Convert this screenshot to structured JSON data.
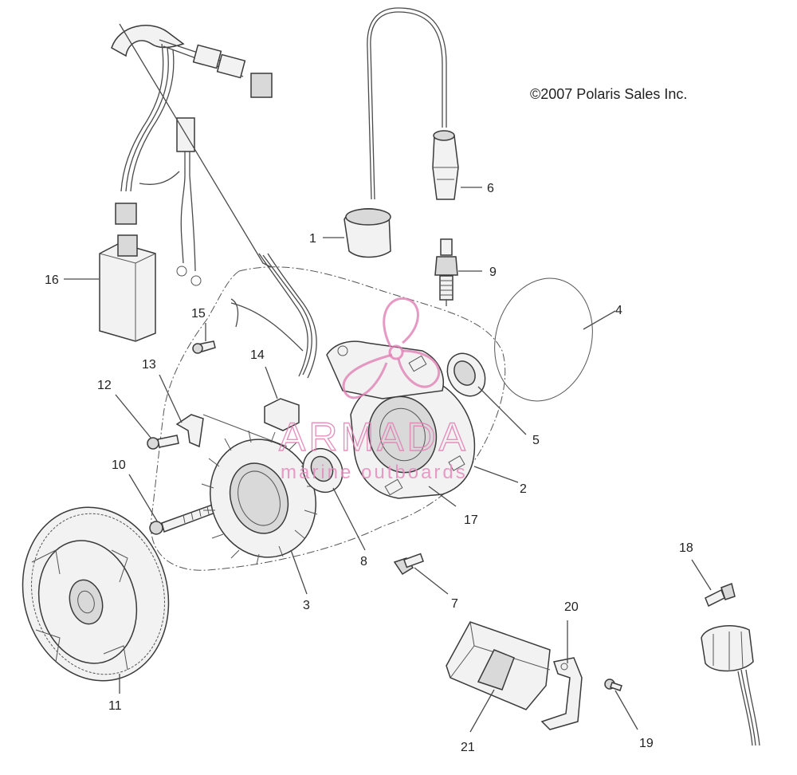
{
  "copyright": "©2007 Polaris Sales Inc.",
  "watermark": {
    "brand": "ARMADA",
    "tagline": "marine outboards",
    "color": "#e07fb4"
  },
  "callouts": [
    {
      "id": "1",
      "label": "1"
    },
    {
      "id": "2",
      "label": "2"
    },
    {
      "id": "3",
      "label": "3"
    },
    {
      "id": "4",
      "label": "4"
    },
    {
      "id": "5",
      "label": "5"
    },
    {
      "id": "6",
      "label": "6"
    },
    {
      "id": "7",
      "label": "7"
    },
    {
      "id": "8",
      "label": "8"
    },
    {
      "id": "9",
      "label": "9"
    },
    {
      "id": "10",
      "label": "10"
    },
    {
      "id": "11",
      "label": "11"
    },
    {
      "id": "12",
      "label": "12"
    },
    {
      "id": "13",
      "label": "13"
    },
    {
      "id": "14",
      "label": "14"
    },
    {
      "id": "15",
      "label": "15"
    },
    {
      "id": "16",
      "label": "16"
    },
    {
      "id": "17",
      "label": "17"
    },
    {
      "id": "18",
      "label": "18"
    },
    {
      "id": "19",
      "label": "19"
    },
    {
      "id": "20",
      "label": "20"
    },
    {
      "id": "21",
      "label": "21"
    }
  ]
}
